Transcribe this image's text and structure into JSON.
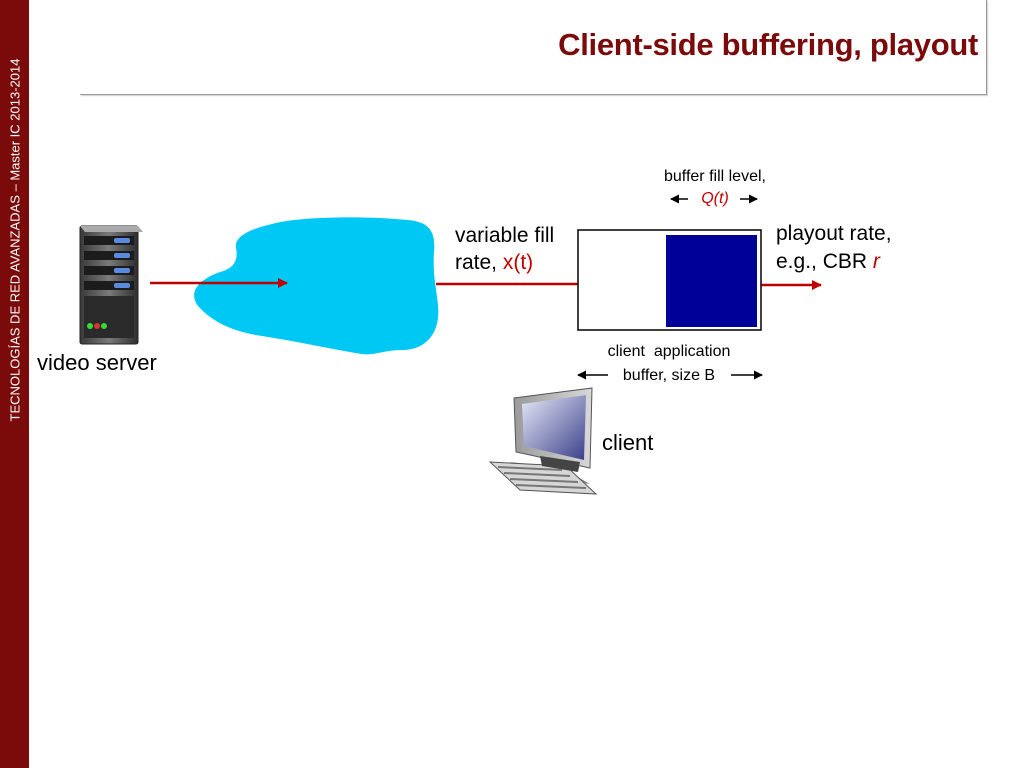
{
  "sidebar": {
    "text": "TECNOLOGÍAS DE RED AVANZADAS – Master IC 2013-2014"
  },
  "title": "Client-side buffering, playout",
  "labels": {
    "video_server": "video server",
    "fill_rate_line1": "variable fill",
    "fill_rate_line2_prefix": "rate, ",
    "fill_rate_var": "x(t)",
    "buffer_fill_level": "buffer fill level,",
    "q_var": "Q(t)",
    "playout_line1": "playout rate,",
    "playout_line2_prefix": "e.g., CBR ",
    "playout_var": "r",
    "client_app_line1": "client  application",
    "client_app_line2": "buffer, size B",
    "client": "client"
  },
  "colors": {
    "sidebar": "#7b0a0a",
    "title": "#7b0a0a",
    "network_cloud": "#00c8f4",
    "buffer_fill": "#000099",
    "arrow_red": "#c00000"
  },
  "icons": [
    "server-icon",
    "network-cloud-icon",
    "desktop-computer-icon"
  ]
}
